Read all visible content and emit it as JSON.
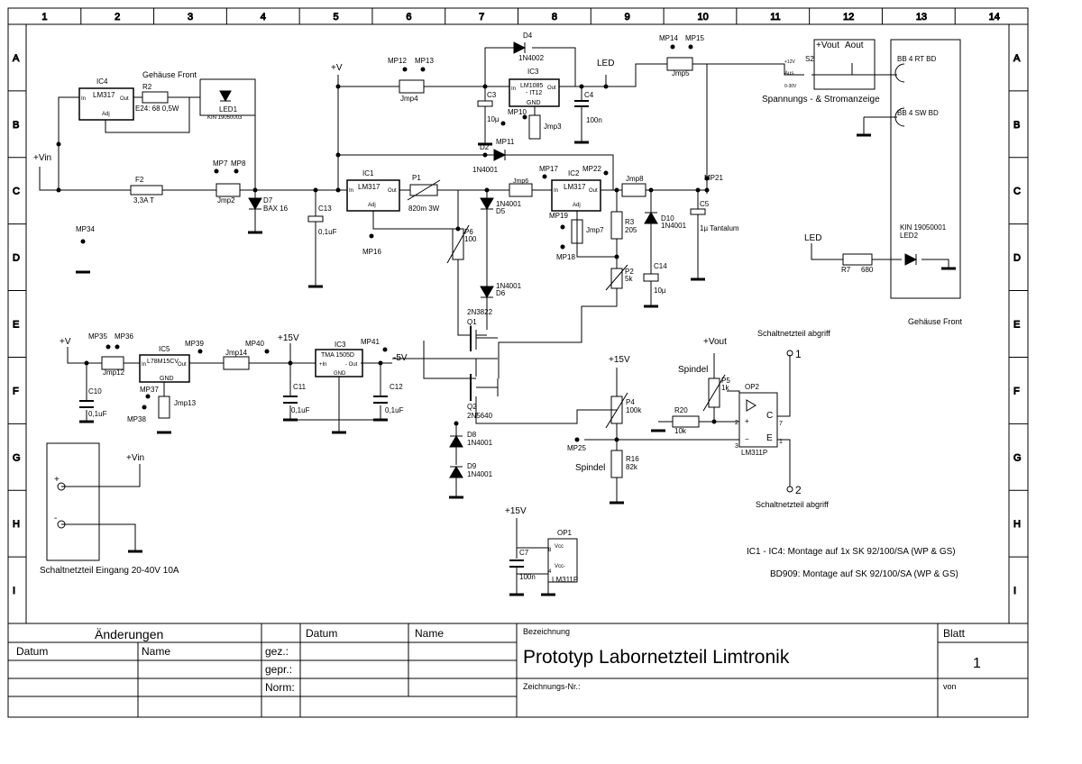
{
  "frame": {
    "columns": [
      "1",
      "2",
      "3",
      "4",
      "5",
      "6",
      "7",
      "8",
      "9",
      "10",
      "11",
      "12",
      "13",
      "14"
    ],
    "rows": [
      "A",
      "B",
      "C",
      "D",
      "E",
      "F",
      "G",
      "H",
      "I"
    ]
  },
  "power": {
    "vin": "+Vin",
    "vin2": "+Vin",
    "v_main": "+V",
    "v_left": "+V",
    "p15_a": "+15V",
    "p15_b": "+15V",
    "p15_c": "+15V",
    "n5": "-5V",
    "vout": "+Vout",
    "led_net_top": "LED",
    "led_net_right": "LED"
  },
  "parts": {
    "ic4": {
      "ref": "IC4",
      "name": "LM317",
      "pin_in": "In",
      "pin_out": "Out",
      "pin_adj": "Adj"
    },
    "ic1": {
      "ref": "IC1",
      "name": "LM317",
      "pin_in": "In",
      "pin_out": "Out",
      "pin_adj": "Adj"
    },
    "ic2": {
      "ref": "IC2",
      "name": "LM317",
      "pin_in": "In",
      "pin_out": "Out",
      "pin_adj": "Adj"
    },
    "ic3a": {
      "ref": "IC3",
      "name": "LM1085",
      "name2": "- IT12",
      "pin_in": "In",
      "pin_out": "Out",
      "pin_gnd": "GND"
    },
    "ic5": {
      "ref": "IC5",
      "name": "L78M15CV",
      "pin_in": "In",
      "pin_out": "Out",
      "pin_gnd": "GND"
    },
    "ic3b": {
      "ref": "IC3",
      "name": "TMA 1505D",
      "pin_in": "+In",
      "pin_out": "- Out",
      "pin_gnd": "GND"
    },
    "op1": {
      "ref": "OP1",
      "name": "LM311P",
      "vcc": "Vcc",
      "vcc2": "Vcc-",
      "p8": "8",
      "p4": "4"
    },
    "op2": {
      "ref": "OP2",
      "name": "LM311P",
      "c": "C",
      "e": "E",
      "pin2": "2",
      "pin3": "3",
      "pin7": "7",
      "pin1": "1",
      "plus": "+",
      "minus": "−"
    },
    "r2": {
      "ref": "R2",
      "value": "E24: 68 0,5W"
    },
    "led1": {
      "ref": "LED1",
      "value": "KIN 19050003"
    },
    "gehause1": "Gehäuse Front",
    "f2": {
      "ref": "F2",
      "value": "3,3A T"
    },
    "d7": {
      "ref": "D7",
      "value": "BAX 16"
    },
    "c13": {
      "ref": "C13",
      "value": "0,1uF"
    },
    "p1": {
      "ref": "P1",
      "value": "820m 3W"
    },
    "p6": {
      "ref": "P6",
      "value": "100"
    },
    "d4": {
      "ref": "D4",
      "value": "1N4002"
    },
    "d2": {
      "ref": "D2",
      "value": "1N4001"
    },
    "d5": {
      "ref": "D5",
      "value": "1N4001"
    },
    "d6": {
      "ref": "D6",
      "value": "1N4001"
    },
    "c3": {
      "ref": "C3",
      "value": "10µ"
    },
    "c4": {
      "ref": "C4",
      "value": "100n"
    },
    "r3": {
      "ref": "R3",
      "value": "205"
    },
    "d10": {
      "ref": "D10",
      "value": "1N4001"
    },
    "c14": {
      "ref": "C14",
      "value": "10µ"
    },
    "p2": {
      "ref": "P2",
      "value": "5k"
    },
    "c5": {
      "ref": "C5",
      "value": "1µ Tantalum"
    },
    "q1": {
      "ref": "Q1",
      "value": "2N3822"
    },
    "q2": {
      "ref": "Q2",
      "value": "2N5640"
    },
    "d8": {
      "ref": "D8",
      "value": "1N4001"
    },
    "d9": {
      "ref": "D9",
      "value": "1N4001"
    },
    "c10": {
      "ref": "C10",
      "value": "0,1uF"
    },
    "c11": {
      "ref": "C11",
      "value": "0,1uF"
    },
    "c12": {
      "ref": "C12",
      "value": "0,1uF"
    },
    "c7": {
      "ref": "C7",
      "value": "100n"
    },
    "p4": {
      "ref": "P4",
      "value": "100k"
    },
    "r16": {
      "ref": "R16",
      "value": "82k"
    },
    "r20": {
      "ref": "R20",
      "value": "10k"
    },
    "p5": {
      "ref": "P5",
      "value": "1k"
    },
    "r7": {
      "ref": "R7",
      "value": "680"
    },
    "led2": {
      "ref": "LED2",
      "value": "KIN 19050001"
    },
    "s2": {
      "ref": "S2",
      "v12": "+12V",
      "aus": "Aus",
      "v030": "0-30V"
    },
    "vout_box": {
      "vout": "+Vout",
      "aout": "Aout"
    },
    "spannung": "Spannungs - & Stromanzeige",
    "bb_rt": "BB 4 RT BD",
    "bb_sw": "BB 4 SW BD",
    "gehause2": "Gehäuse Front",
    "spindel1": "Spindel",
    "spindel2": "Spindel",
    "abgriff1": "Schaltnetzteil abgriff",
    "abgriff2": "Schaltnetzteil abgriff",
    "term1": "1",
    "term2": "2",
    "psu": {
      "label": "Schaltnetzteil Eingang 20-40V 10A",
      "plus": "+",
      "minus": "-"
    },
    "note1": "IC1 - IC4: Montage auf 1x SK 92/100/SA (WP & GS)",
    "note2": "BD909: Montage auf SK 92/100/SA (WP & GS)"
  },
  "jumpers": {
    "jmp2": "Jmp2",
    "jmp3": "Jmp3",
    "jmp4": "Jmp4",
    "jmp5": "Jmp5",
    "jmp6": "Jmp6",
    "jmp7": "Jmp7",
    "jmp8": "Jmp8",
    "jmp12": "Jmp12",
    "jmp13": "Jmp13",
    "jmp14": "Jmp14"
  },
  "mps": {
    "mp7": "MP7",
    "mp8": "MP8",
    "mp10": "MP10",
    "mp11": "MP11",
    "mp12": "MP12",
    "mp13": "MP13",
    "mp14": "MP14",
    "mp15": "MP15",
    "mp16": "MP16",
    "mp17": "MP17",
    "mp18": "MP18",
    "mp19": "MP19",
    "mp21": "MP21",
    "mp22": "MP22",
    "mp25": "MP25",
    "mp34": "MP34",
    "mp35": "MP35",
    "mp36": "MP36",
    "mp37": "MP37",
    "mp38": "MP38",
    "mp39": "MP39",
    "mp40": "MP40",
    "mp41": "MP41"
  },
  "titleblock": {
    "aenderungen": "Änderungen",
    "datum": "Datum",
    "name": "Name",
    "datum_hdr": "Datum",
    "name_hdr": "Name",
    "gez": "gez.:",
    "gepr": "gepr.:",
    "norm": "Norm:",
    "bezeichnung": "Bezeichnung",
    "title": "Prototyp Labornetzteil Limtronik",
    "zeichnungsnr": "Zeichnungs-Nr.:",
    "blatt": "Blatt",
    "blatt_nr": "1",
    "von": "von"
  }
}
